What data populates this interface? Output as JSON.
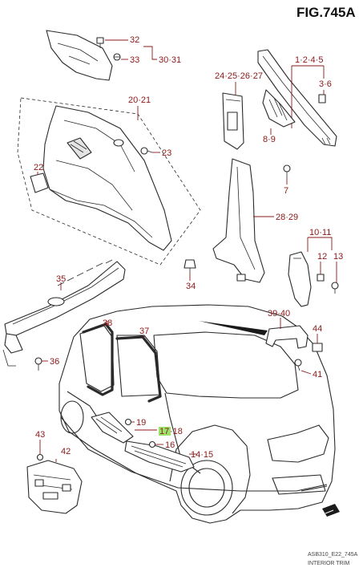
{
  "figure": {
    "title": "FIG.745A",
    "code": "ASB310_E22_745A",
    "caption": "INTERIOR TRIM"
  },
  "callouts": {
    "c32": "32",
    "c33": "33",
    "c3031": "30·31",
    "c2021": "20·21",
    "c22": "22",
    "c23": "23",
    "c12345": "1·2·4·5",
    "c36": "3·6",
    "c24252627": "24·25·26·27",
    "c89": "8·9",
    "c7": "7",
    "c2829": "28·29",
    "c1011": "10·11",
    "c12": "12",
    "c13": "13",
    "c34": "34",
    "c35": "35",
    "c36b": "36",
    "c38": "38",
    "c37": "37",
    "c3940": "39·40",
    "c44": "44",
    "c41": "41",
    "c19": "19",
    "c17": "17",
    "c18": "·18",
    "c43": "43",
    "c16": "16",
    "c1415": "14·15",
    "c42": "42"
  },
  "colors": {
    "callout_text": "#8a1818",
    "line_art": "#2a2a2a",
    "highlight": "#9be36b"
  }
}
